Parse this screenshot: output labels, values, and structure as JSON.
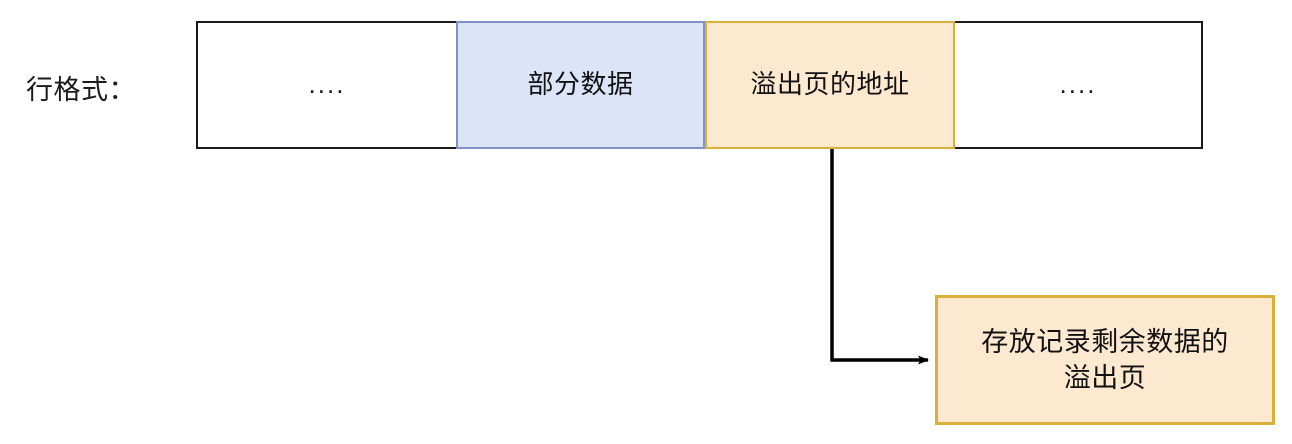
{
  "diagram": {
    "title_label": "行格式：",
    "row_format": {
      "cells": [
        {
          "text": "....",
          "kind": "plain"
        },
        {
          "text": "部分数据",
          "kind": "data"
        },
        {
          "text": "溢出页的地址",
          "kind": "pointer"
        },
        {
          "text": "....",
          "kind": "plain"
        }
      ]
    },
    "overflow_page": {
      "line1": "存放记录剩余数据的",
      "line2": "溢出页"
    },
    "connector": {
      "label": "",
      "arrowhead": "arrow-right-icon"
    },
    "colors": {
      "data_fill": "#dce5f8",
      "data_border": "#7e93c4",
      "pointer_fill": "#fde8d0",
      "pointer_border": "#d9b038",
      "plain_fill": "#ffffff",
      "plain_border": "#1a1a1a",
      "connector_stroke": "#000000"
    }
  }
}
